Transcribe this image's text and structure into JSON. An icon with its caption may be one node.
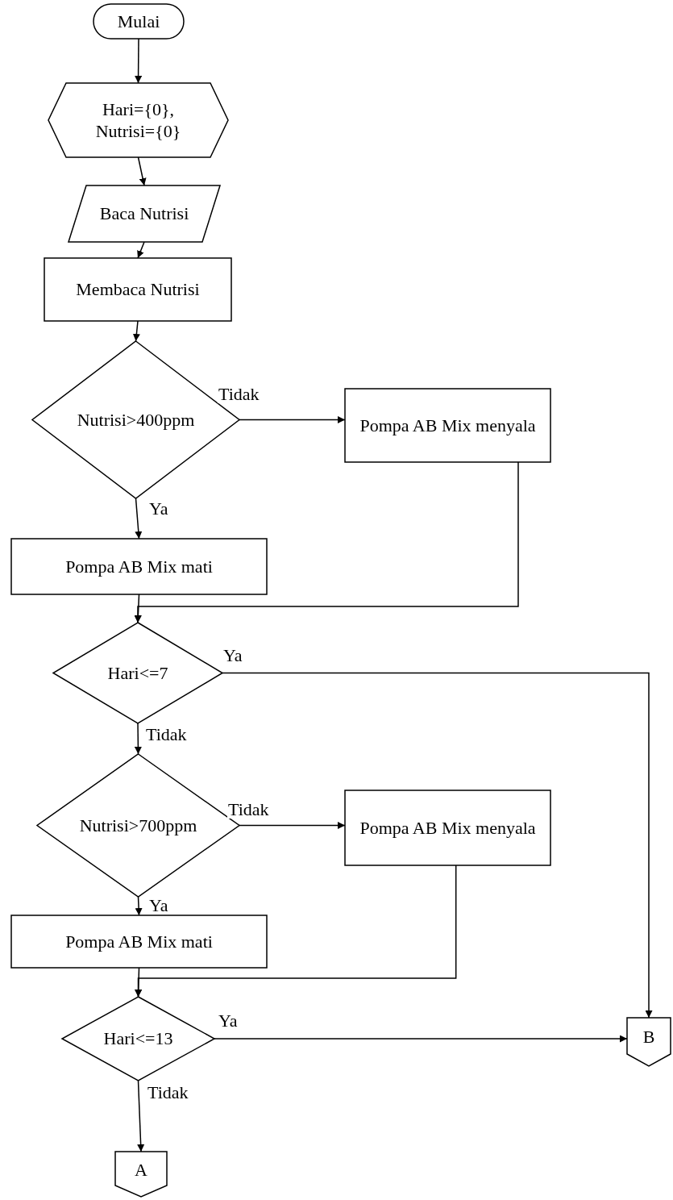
{
  "diagram": {
    "nodes": [
      {
        "text": [
          "Mulai"
        ]
      },
      {
        "text": [
          "Hari={0}, Nutrisi={0}"
        ]
      },
      {
        "text": [
          "Baca Nutrisi"
        ]
      },
      {
        "text": [
          "Membaca Nutrisi"
        ]
      },
      {
        "text": [
          "Nutrisi>400ppm"
        ]
      },
      {
        "text": [
          "Pompa AB Mix menyala"
        ]
      },
      {
        "text": [
          "Pompa AB Mix mati"
        ]
      },
      {
        "text": [
          "Hari<=7"
        ]
      },
      {
        "text": [
          "Nutrisi>700ppm"
        ]
      },
      {
        "text": [
          "Pompa AB Mix menyala"
        ]
      },
      {
        "text": [
          "Pompa AB Mix mati"
        ]
      },
      {
        "text": [
          "Hari<=13"
        ]
      },
      {
        "text": [
          "B"
        ]
      },
      {
        "text": [
          "A"
        ]
      }
    ],
    "edges": [
      {
        "from": 0,
        "to": 1,
        "arrow": "to"
      },
      {
        "from": 1,
        "to": 2,
        "arrow": "to"
      },
      {
        "from": 2,
        "to": 3,
        "arrow": "to"
      },
      {
        "from": 3,
        "to": 4,
        "arrow": "to"
      },
      {
        "from": 4,
        "to": 5,
        "arrow": "to",
        "label": "Tidak"
      },
      {
        "from": 4,
        "to": 6,
        "arrow": "to",
        "label": "Ya"
      },
      {
        "from": 6,
        "to": 7,
        "arrow": "to"
      },
      {
        "from": 5,
        "to": 7,
        "arrow": "to"
      },
      {
        "from": 7,
        "to": 12,
        "arrow": "to",
        "label": "Ya"
      },
      {
        "from": 7,
        "to": 8,
        "arrow": "to",
        "label": "Tidak"
      },
      {
        "from": 8,
        "to": 9,
        "arrow": "to",
        "label": "Tidak"
      },
      {
        "from": 8,
        "to": 10,
        "arrow": "to",
        "label": "Ya"
      },
      {
        "from": 10,
        "to": 11,
        "arrow": "to"
      },
      {
        "from": 9,
        "to": 11,
        "arrow": "to"
      },
      {
        "from": 11,
        "to": 12,
        "arrow": "to",
        "label": "Ya"
      },
      {
        "from": 11,
        "to": 13,
        "arrow": "to",
        "label": "Tidak"
      }
    ]
  }
}
